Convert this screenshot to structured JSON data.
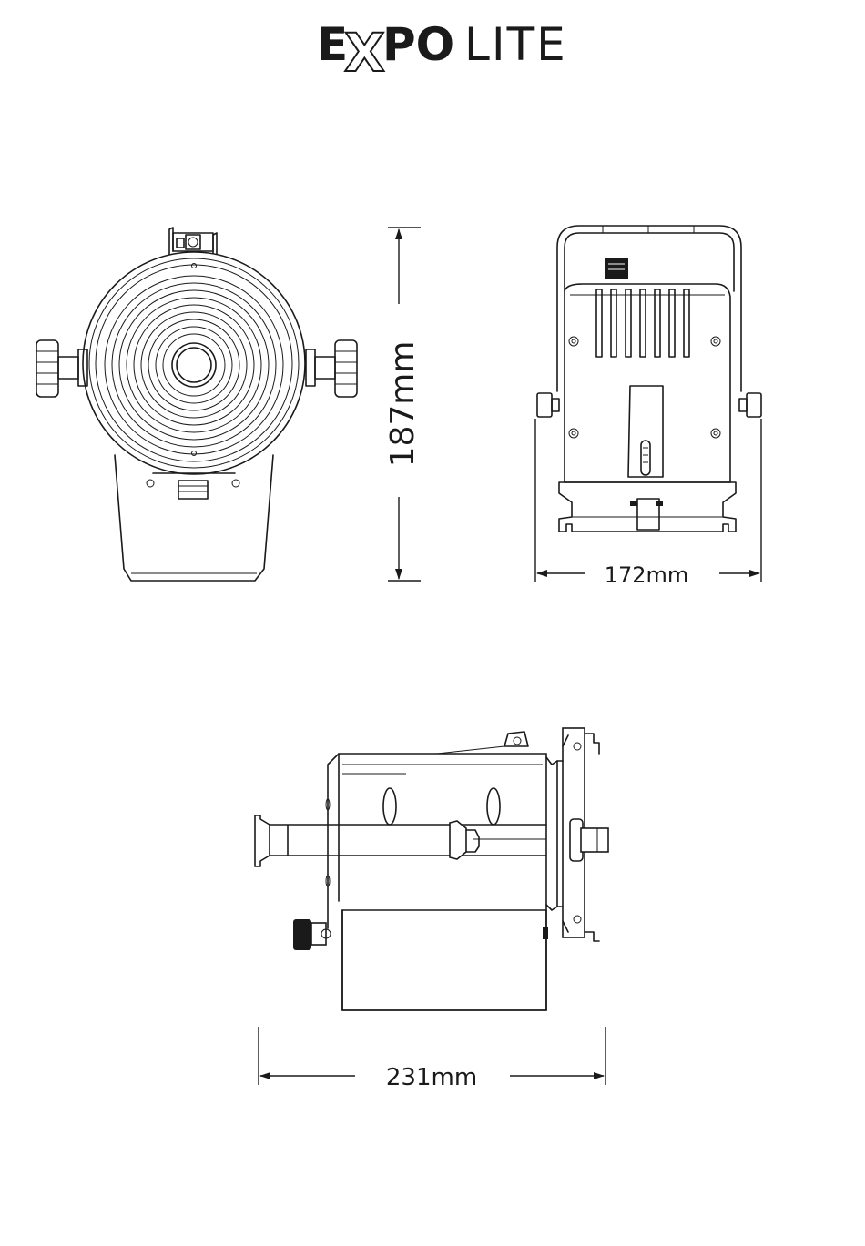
{
  "logo": {
    "bold_part_1": "E",
    "bold_part_2": "X",
    "bold_part_3": "PO",
    "light_part": "LITE"
  },
  "dimensions": {
    "height": "187mm",
    "width": "172mm",
    "depth": "231mm"
  }
}
